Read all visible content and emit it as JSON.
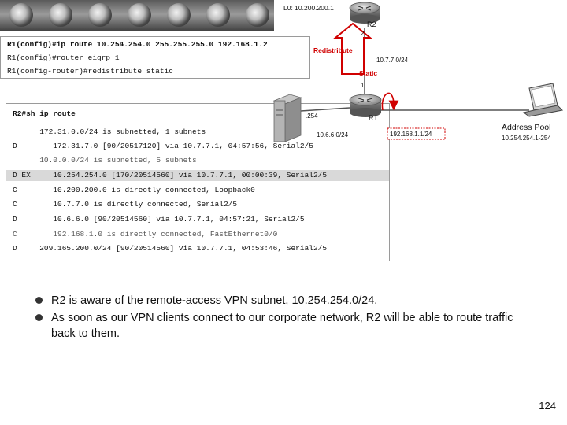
{
  "diagram": {
    "r2_loopback": "L0: 10.200.200.1",
    "r2_name": "R2",
    "r1_name": "R1",
    "if_r2_top": ".2",
    "if_r1_top": ".1",
    "net_r1_r2": "10.7.7.0/24",
    "net_server": "10.6.6.0/24",
    "if_server": ".254",
    "net_vpn": "192.168.1.1/24",
    "address_pool_title": "Address Pool",
    "address_pool_range": "10.254.254.1-254",
    "redistribute_label": "Redistribute",
    "static_label": "Static",
    "accent_red": "#d00000"
  },
  "r1_config": [
    "R1(config)#ip route 10.254.254.0 255.255.255.0 192.168.1.2",
    "R1(config)#router eigrp 1",
    "R1(config-router)#redistribute static"
  ],
  "r2_output": [
    "R2#sh ip route",
    "      172.31.0.0/24 is subnetted, 1 subnets",
    "D        172.31.7.0 [90/20517120] via 10.7.7.1, 04:57:56, Serial2/5",
    "      10.0.0.0/24 is subnetted, 5 subnets",
    "D EX     10.254.254.0 [170/20514560] via 10.7.7.1, 00:00:39, Serial2/5",
    "C        10.200.200.0 is directly connected, Loopback0",
    "C        10.7.7.0 is directly connected, Serial2/5",
    "D        10.6.6.0 [90/20514560] via 10.7.7.1, 04:57:21, Serial2/5",
    "C        192.168.1.0 is directly connected, FastEthernet0/0",
    "D     209.165.200.0/24 [90/20514560] via 10.7.7.1, 04:53:46, Serial2/5"
  ],
  "bullets": [
    "R2 is aware of the remote-access VPN subnet, 10.254.254.0/24.",
    "As soon as our VPN clients connect to our corporate network, R2 will be able to route traffic back to them."
  ],
  "page_number": "124"
}
